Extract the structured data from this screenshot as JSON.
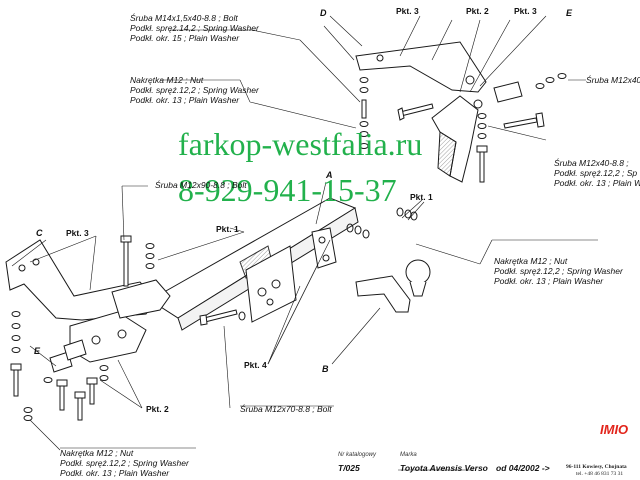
{
  "watermark": {
    "site": "farkop-westfalia.ru",
    "phone": "8-929-941-15-37",
    "color": "#22b14c"
  },
  "callouts": {
    "bolt_m14_top": [
      "Śruba M14x1,5x40-8.8 ;  Bolt",
      "Podkł. spręż.14,2 ; Spring Washer",
      "Podkł. okr. 15 ; Plain Washer"
    ],
    "nut_m12_upper": [
      "Nakrętka  M12 ; Nut",
      "Podkł. spręż.12,2 ; Spring Washer",
      "Podkł. okr. 13 ; Plain Washer"
    ],
    "bolt_m12x40_top_right": [
      "Śruba M12x40"
    ],
    "bolt_m12x40_right": [
      "Śruba M12x40-8.8 ;",
      "Podkł. spręż.12,2 ; Sp",
      "Podkł. okr. 13 ; Plain W"
    ],
    "bolt_m12x90": [
      "Śruba M12x90-8.8 ;  Bolt"
    ],
    "nut_m12_right": [
      "Nakrętka  M12 ; Nut",
      "Podkł. spręż.12,2 ; Spring Washer",
      "Podkł. okr. 13 ; Plain Washer"
    ],
    "bolt_m12x70": [
      "Śruba M12x70-8.8 ;  Bolt"
    ],
    "nut_m12_bottom": [
      "Nakrętka  M12 ; Nut",
      "Podkł. spręż.12,2 ; Spring Washer",
      "Podkł. okr. 13 ; Plain Washer"
    ]
  },
  "points": {
    "pkt1": "Pkt. 1",
    "pkt2": "Pkt. 2",
    "pkt3": "Pkt. 3",
    "pkt4": "Pkt. 4"
  },
  "letters": {
    "a": "A",
    "b": "B",
    "c": "C",
    "d": "D",
    "e": "E"
  },
  "footer": {
    "catalog_label": "Nr katalogowy",
    "catalog_value": "T/025",
    "make_label": "Marka",
    "make_value": "Toyota Avensis Verso",
    "from_value": "od  04/2002 ->",
    "logo": "IMIO",
    "address": "96-111 Kowiesy, Chojnata",
    "phone": "tel. +48 46 831 73 31"
  },
  "colors": {
    "line": "#1a1a1a",
    "part_fill": "#ffffff",
    "hatch": "#777777"
  }
}
